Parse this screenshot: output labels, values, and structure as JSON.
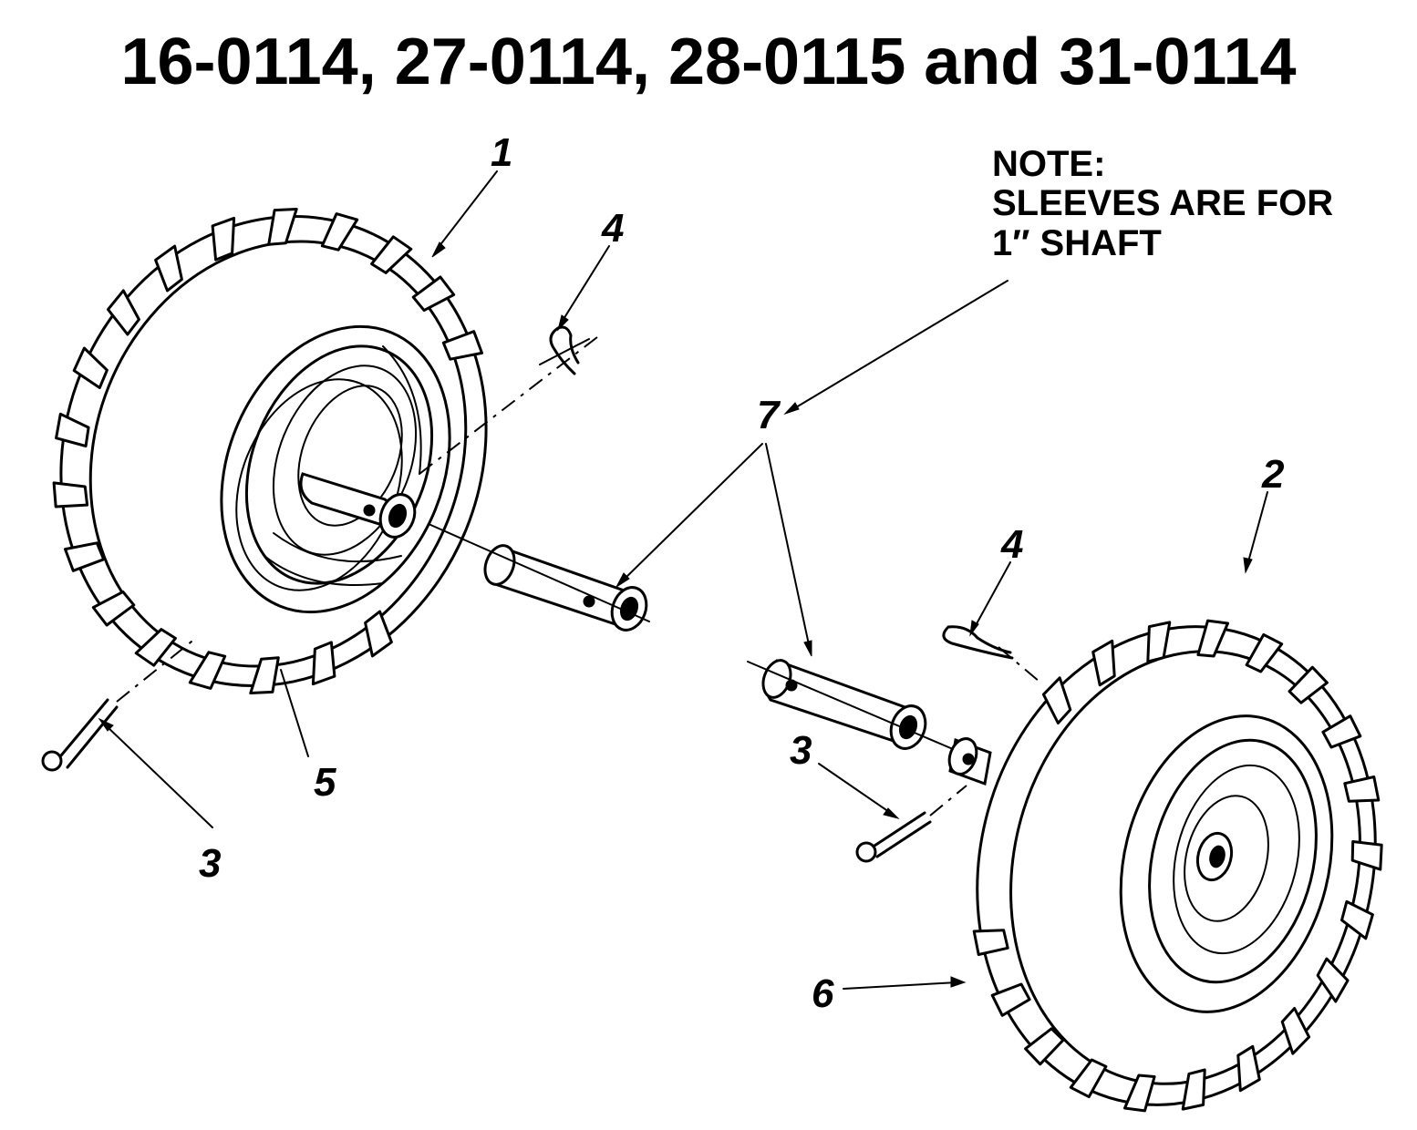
{
  "title": "16-0114, 27-0114, 28-0115 and 31-0114",
  "note": {
    "line1": "NOTE:",
    "line2": "SLEEVES ARE FOR",
    "line3": "1″ SHAFT"
  },
  "callouts": {
    "tire_left": "1",
    "tire_right": "2",
    "pin_left": "3",
    "pin_right": "3",
    "clip_left": "4",
    "clip_right": "4",
    "rim_left": "5",
    "rim_right": "6",
    "sleeves": "7"
  }
}
